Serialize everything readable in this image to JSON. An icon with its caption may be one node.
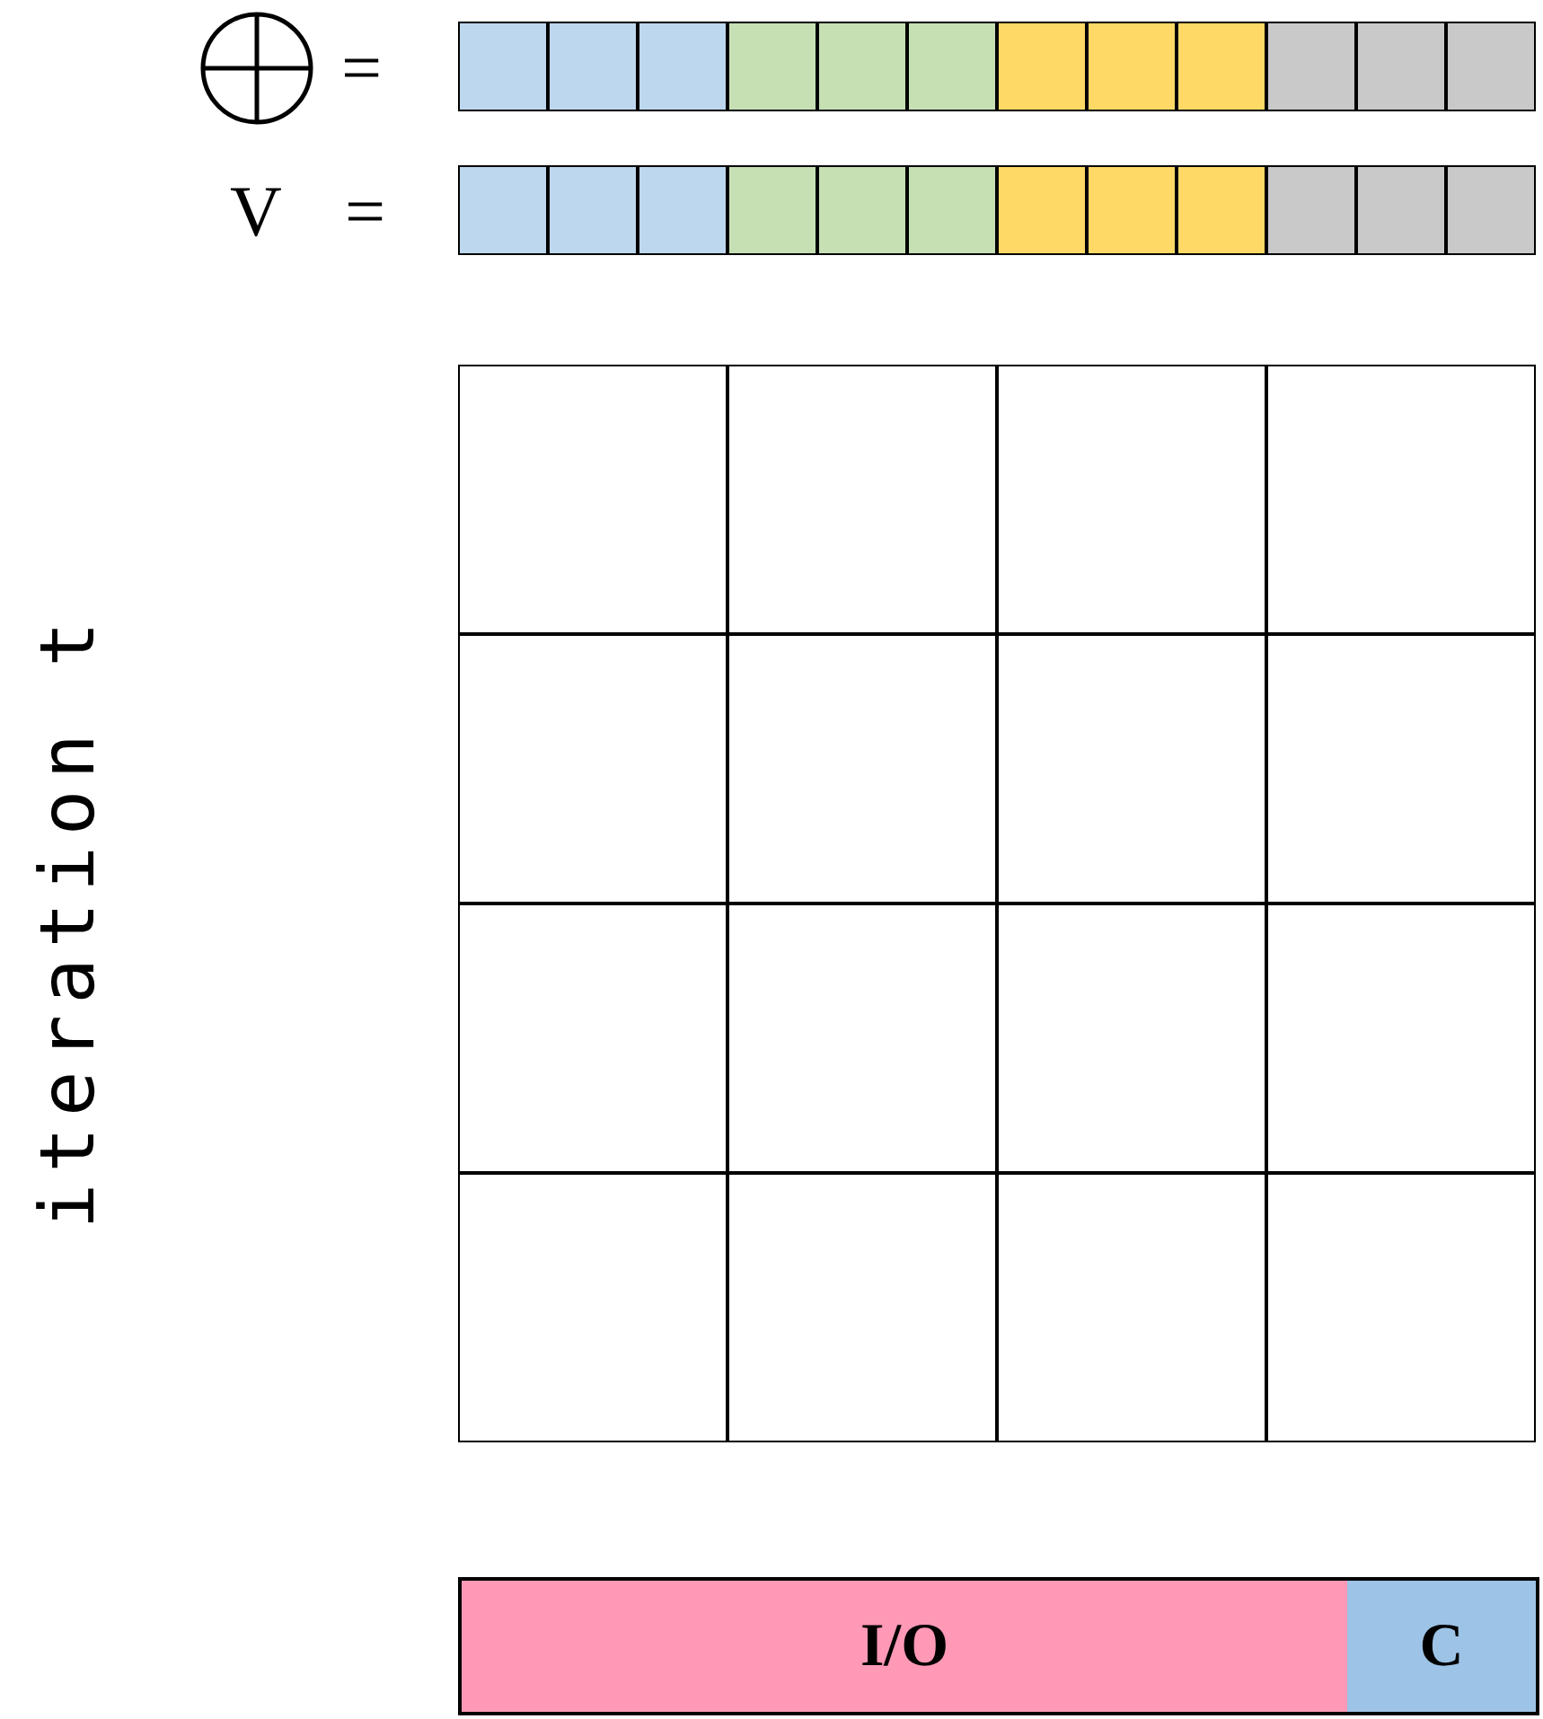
{
  "diagram": {
    "nodes": [
      {
        "text": [],
        "shape": "box"
      },
      {
        "text": [],
        "shape": "box"
      },
      {
        "text": [],
        "shape": "box"
      },
      {
        "text": [],
        "shape": "box"
      },
      {
        "text": [],
        "shape": "box"
      },
      {
        "text": [],
        "shape": "box"
      },
      {
        "text": [],
        "shape": "box"
      },
      {
        "text": [],
        "shape": "box"
      },
      {
        "text": [],
        "shape": "box"
      },
      {
        "text": [],
        "shape": "box"
      },
      {
        "text": [],
        "shape": "box"
      },
      {
        "text": [],
        "shape": "box"
      },
      {
        "text": [],
        "shape": "box"
      },
      {
        "text": [],
        "shape": "box"
      },
      {
        "text": [],
        "shape": "box"
      },
      {
        "text": [],
        "shape": "box"
      },
      {
        "text": [],
        "shape": "box"
      },
      {
        "text": [],
        "shape": "box"
      },
      {
        "text": [],
        "shape": "box"
      },
      {
        "text": [],
        "shape": "box"
      },
      {
        "text": [],
        "shape": "box"
      },
      {
        "text": [],
        "shape": "box"
      },
      {
        "text": [],
        "shape": "box"
      },
      {
        "text": [],
        "shape": "box"
      },
      {
        "text": [],
        "shape": "box"
      },
      {
        "text": [],
        "shape": "box"
      },
      {
        "text": [],
        "shape": "box"
      },
      {
        "text": [],
        "shape": "box"
      },
      {
        "text": [],
        "shape": "box"
      },
      {
        "text": [],
        "shape": "box"
      },
      {
        "text": [],
        "shape": "box"
      },
      {
        "text": [],
        "shape": "box"
      },
      {
        "text": [],
        "shape": "box"
      },
      {
        "text": [],
        "shape": "box"
      },
      {
        "text": [],
        "shape": "box"
      },
      {
        "text": [],
        "shape": "box"
      },
      {
        "text": [],
        "shape": "box"
      },
      {
        "text": [],
        "shape": "box"
      },
      {
        "text": [],
        "shape": "box"
      },
      {
        "text": [],
        "shape": "box"
      },
      {
        "text": [
          "I/O"
        ]
      },
      {
        "text": [
          "C"
        ]
      }
    ],
    "labels": [
      "=",
      "V",
      "=",
      "iteration t"
    ]
  }
}
